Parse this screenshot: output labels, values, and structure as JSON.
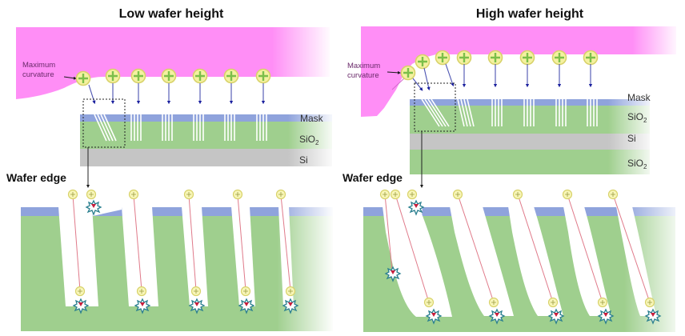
{
  "colors": {
    "plasma": "#ff8ef6",
    "mask": "#8fa3dc",
    "sio2": "#9fcf8e",
    "si": "#c5c5c5",
    "ion_arrow": "#1a1f9e",
    "ion_path": "#e07a8a",
    "ion_fill": "#f4f1a0",
    "ion_ring": "#d8d26a",
    "ion_cross": "#7bbf4a",
    "impact": "#2a7f8f",
    "impact_core": "#c81e3c",
    "curv_arrow": "#1a1a1a"
  },
  "panels": [
    {
      "id": "low",
      "title": "Low wafer height",
      "curvature_label_line1": "Maximum",
      "curvature_label_line2": "curvature",
      "wafer_edge_label": "Wafer edge",
      "layers": [
        {
          "name": "mask",
          "label": "Mask"
        },
        {
          "name": "sio2",
          "label": "SiO",
          "sub": "2"
        },
        {
          "name": "si",
          "label": "Si"
        }
      ]
    },
    {
      "id": "high",
      "title": "High wafer height",
      "curvature_label_line1": "Maximum",
      "curvature_label_line2": "curvature",
      "wafer_edge_label": "Wafer edge",
      "layers": [
        {
          "name": "mask",
          "label": "Mask"
        },
        {
          "name": "sio2",
          "label": "SiO",
          "sub": "2"
        },
        {
          "name": "si",
          "label": "Si"
        },
        {
          "name": "sio2-bottom",
          "label": "SiO",
          "sub": "2"
        }
      ]
    }
  ]
}
